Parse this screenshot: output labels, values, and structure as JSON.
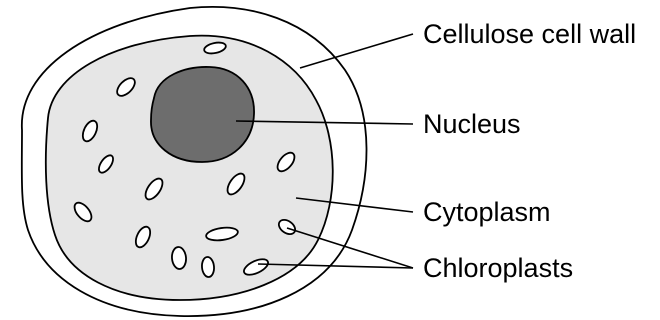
{
  "labels": {
    "cell_wall": "Cellulose cell wall",
    "nucleus": "Nucleus",
    "cytoplasm": "Cytoplasm",
    "chloroplasts": "Chloroplasts"
  },
  "colors": {
    "cell_wall_fill": "#ffffff",
    "cytoplasm_fill": "#e6e6e6",
    "nucleus_fill": "#6d6d6d",
    "chloroplast_fill": "#ffffff",
    "outline": "#000000"
  }
}
